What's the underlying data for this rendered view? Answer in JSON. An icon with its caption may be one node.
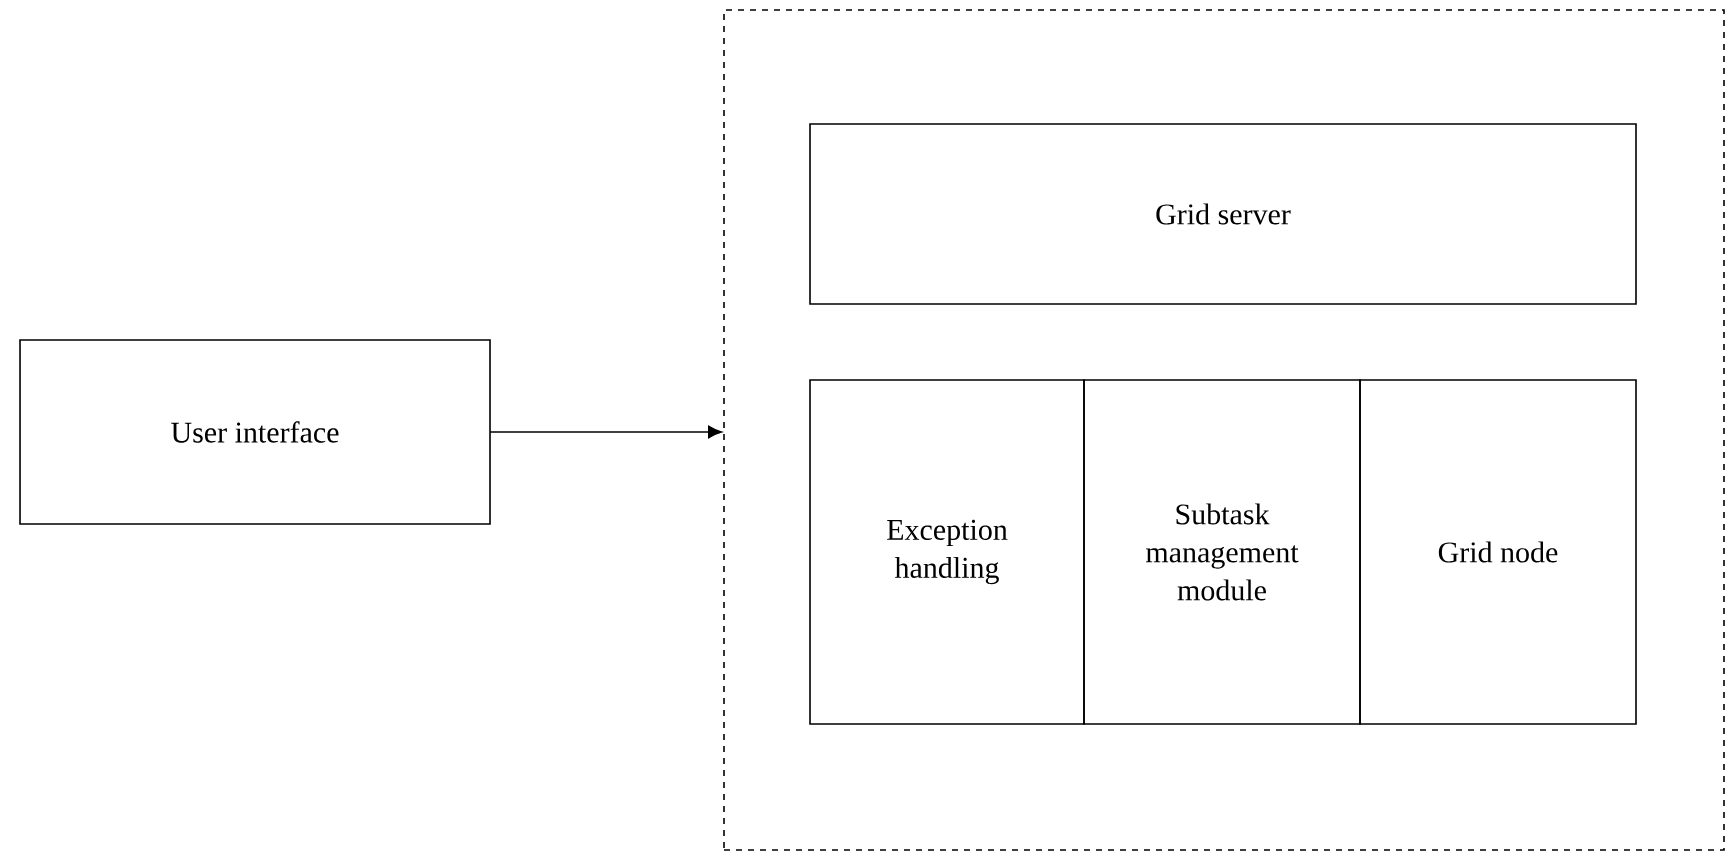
{
  "diagram": {
    "nodes": [
      {
        "text": [],
        "shape": "box"
      },
      {
        "text": [
          "User interface"
        ]
      },
      {
        "text": [
          "Grid server"
        ],
        "in": 0
      },
      {
        "text": [
          "Exception handling"
        ],
        "in": 0
      },
      {
        "text": [
          "Subtask management module"
        ],
        "in": 0
      },
      {
        "text": [
          "Grid node"
        ],
        "in": 0
      }
    ],
    "edges": [
      {
        "from": 1,
        "to": 0,
        "arrow": "to"
      }
    ]
  }
}
